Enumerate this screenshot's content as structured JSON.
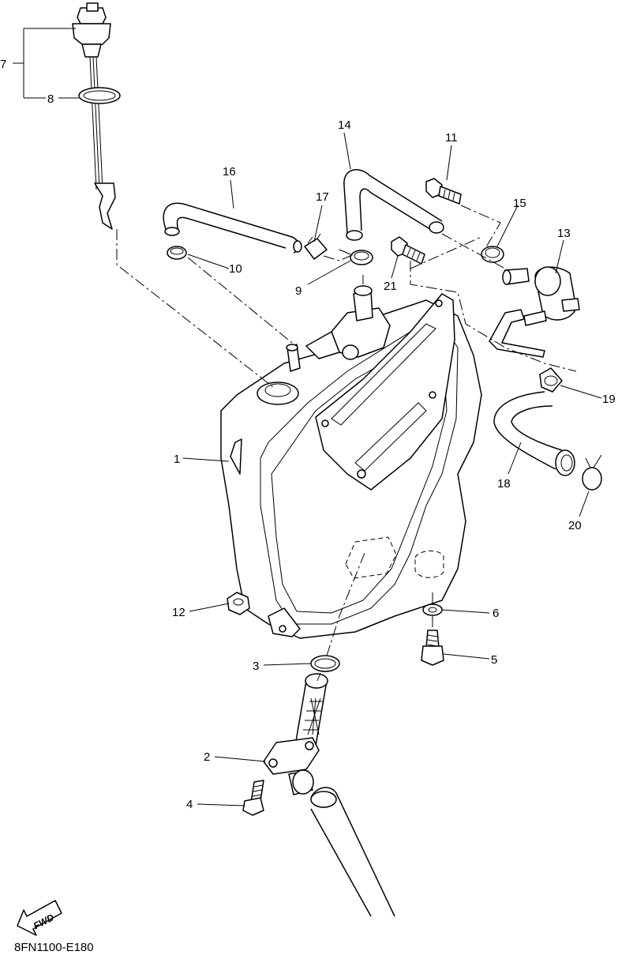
{
  "diagram": {
    "figure_code": "8FN1100-E180",
    "fwd_label": "FWD",
    "callouts": [
      "1",
      "2",
      "3",
      "4",
      "5",
      "6",
      "7",
      "8",
      "9",
      "10",
      "11",
      "12",
      "13",
      "14",
      "15",
      "16",
      "17",
      "18",
      "19",
      "20",
      "21"
    ]
  }
}
